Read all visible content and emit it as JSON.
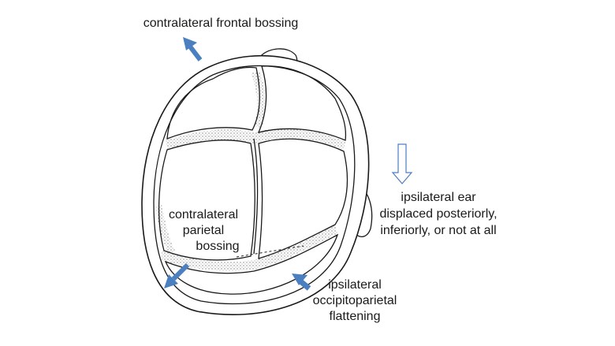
{
  "labels": {
    "frontal": "contralateral frontal bossing",
    "ear": [
      "ipsilateral ear",
      "displaced posteriorly,",
      "inferiorly, or not at all"
    ],
    "parietal": [
      "contralateral",
      "parietal",
      "bossing"
    ],
    "occipital": [
      "ipsilateral",
      "occipitoparietal",
      "flattening"
    ]
  },
  "colors": {
    "arrow": "#4a7fc0",
    "line": "#1a1a1a",
    "stipple": "#555555"
  },
  "icons": {
    "frontal_arrow": "arrow-up-right-icon",
    "parietal_arrow": "arrow-down-left-icon",
    "occipital_arrow": "arrow-up-left-icon",
    "ear_arrow": "arrow-down-outline-icon"
  }
}
